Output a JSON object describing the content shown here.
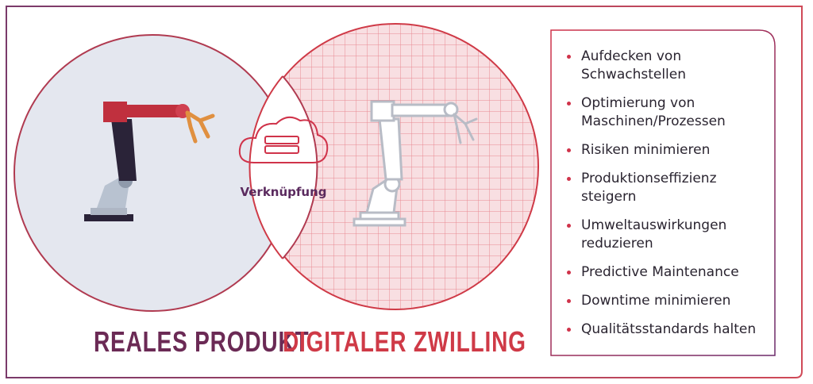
{
  "diagram": {
    "left_circle_label": "REALES PRODUKT",
    "right_circle_label": "DIGITALER ZWILLING",
    "intersection_label": "Verknüpfung"
  },
  "benefits": [
    {
      "text": "Aufdecken von\nSchwachstellen"
    },
    {
      "text": "Optimierung von\nMaschinen/Prozessen"
    },
    {
      "text": "Risiken minimieren"
    },
    {
      "text": "Produktionseffizienz\nsteigern"
    },
    {
      "text": "Umweltauswirkungen\nreduzieren"
    },
    {
      "text": "Predictive Maintenance"
    },
    {
      "text": "Downtime minimieren"
    },
    {
      "text": "Qualitätsstandards halten"
    }
  ],
  "colors": {
    "real": "#6b2a55",
    "digital": "#cf3a47",
    "real_fill": "#e4e7ef",
    "digital_fill": "#f8dfe2",
    "grid": "#e88a92",
    "bullet": "#d0334a"
  }
}
